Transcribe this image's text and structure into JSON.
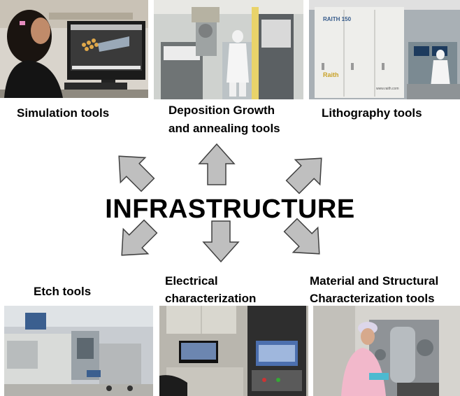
{
  "title": "INFRASTRUCTURE",
  "labels": {
    "simulation": "Simulation tools",
    "deposition_line1": "Deposition Growth",
    "deposition_line2": "and annealing tools",
    "lithography": "Lithography tools",
    "etch": "Etch tools",
    "electrical_line1": "Electrical",
    "electrical_line2": "characterization",
    "material_line1": "Material and Structural",
    "material_line2": "Characterization tools"
  },
  "photo_text": {
    "raith_logo": "RAITH 150",
    "raith_sub": "Raith",
    "raith_url": "www.raith.com"
  },
  "colors": {
    "arrow_fill": "#bfbfbf",
    "arrow_stroke": "#404040"
  }
}
